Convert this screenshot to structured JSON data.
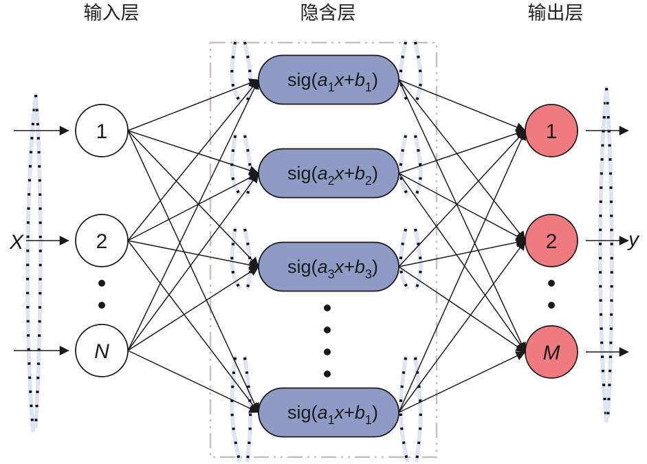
{
  "titles": {
    "input_layer": "输入层",
    "hidden_layer": "隐含层",
    "output_layer": "输出层"
  },
  "input_layer": {
    "io_label": "X",
    "nodes": [
      {
        "label": "1",
        "italic": false
      },
      {
        "label": "2",
        "italic": false
      },
      {
        "label": "N",
        "italic": true
      }
    ],
    "ellipsis_between": [
      1,
      2
    ]
  },
  "hidden_layer": {
    "nodes": [
      {
        "func": "sig",
        "a": "a",
        "a_sub": "1",
        "x": "x",
        "b": "b",
        "b_sub": "1"
      },
      {
        "func": "sig",
        "a": "a",
        "a_sub": "2",
        "x": "x",
        "b": "b",
        "b_sub": "2"
      },
      {
        "func": "sig",
        "a": "a",
        "a_sub": "3",
        "x": "x",
        "b": "b",
        "b_sub": "3"
      },
      {
        "func": "sig",
        "a": "a",
        "a_sub": "1",
        "x": "x",
        "b": "b",
        "b_sub": "1"
      }
    ],
    "ellipsis_between": [
      2,
      3
    ]
  },
  "output_layer": {
    "io_label": "y",
    "nodes": [
      {
        "label": "1",
        "italic": false
      },
      {
        "label": "2",
        "italic": false
      },
      {
        "label": "M",
        "italic": true
      }
    ],
    "ellipsis_between": [
      1,
      2
    ]
  },
  "colors": {
    "input_node_fill": "#ffffff",
    "hidden_node_fill": "#8e9bc4",
    "output_node_fill": "#ef7a80",
    "stroke": "#1a1a1a",
    "frame": "#c8c0bc",
    "dots_shadow": "#dfe3f4"
  }
}
